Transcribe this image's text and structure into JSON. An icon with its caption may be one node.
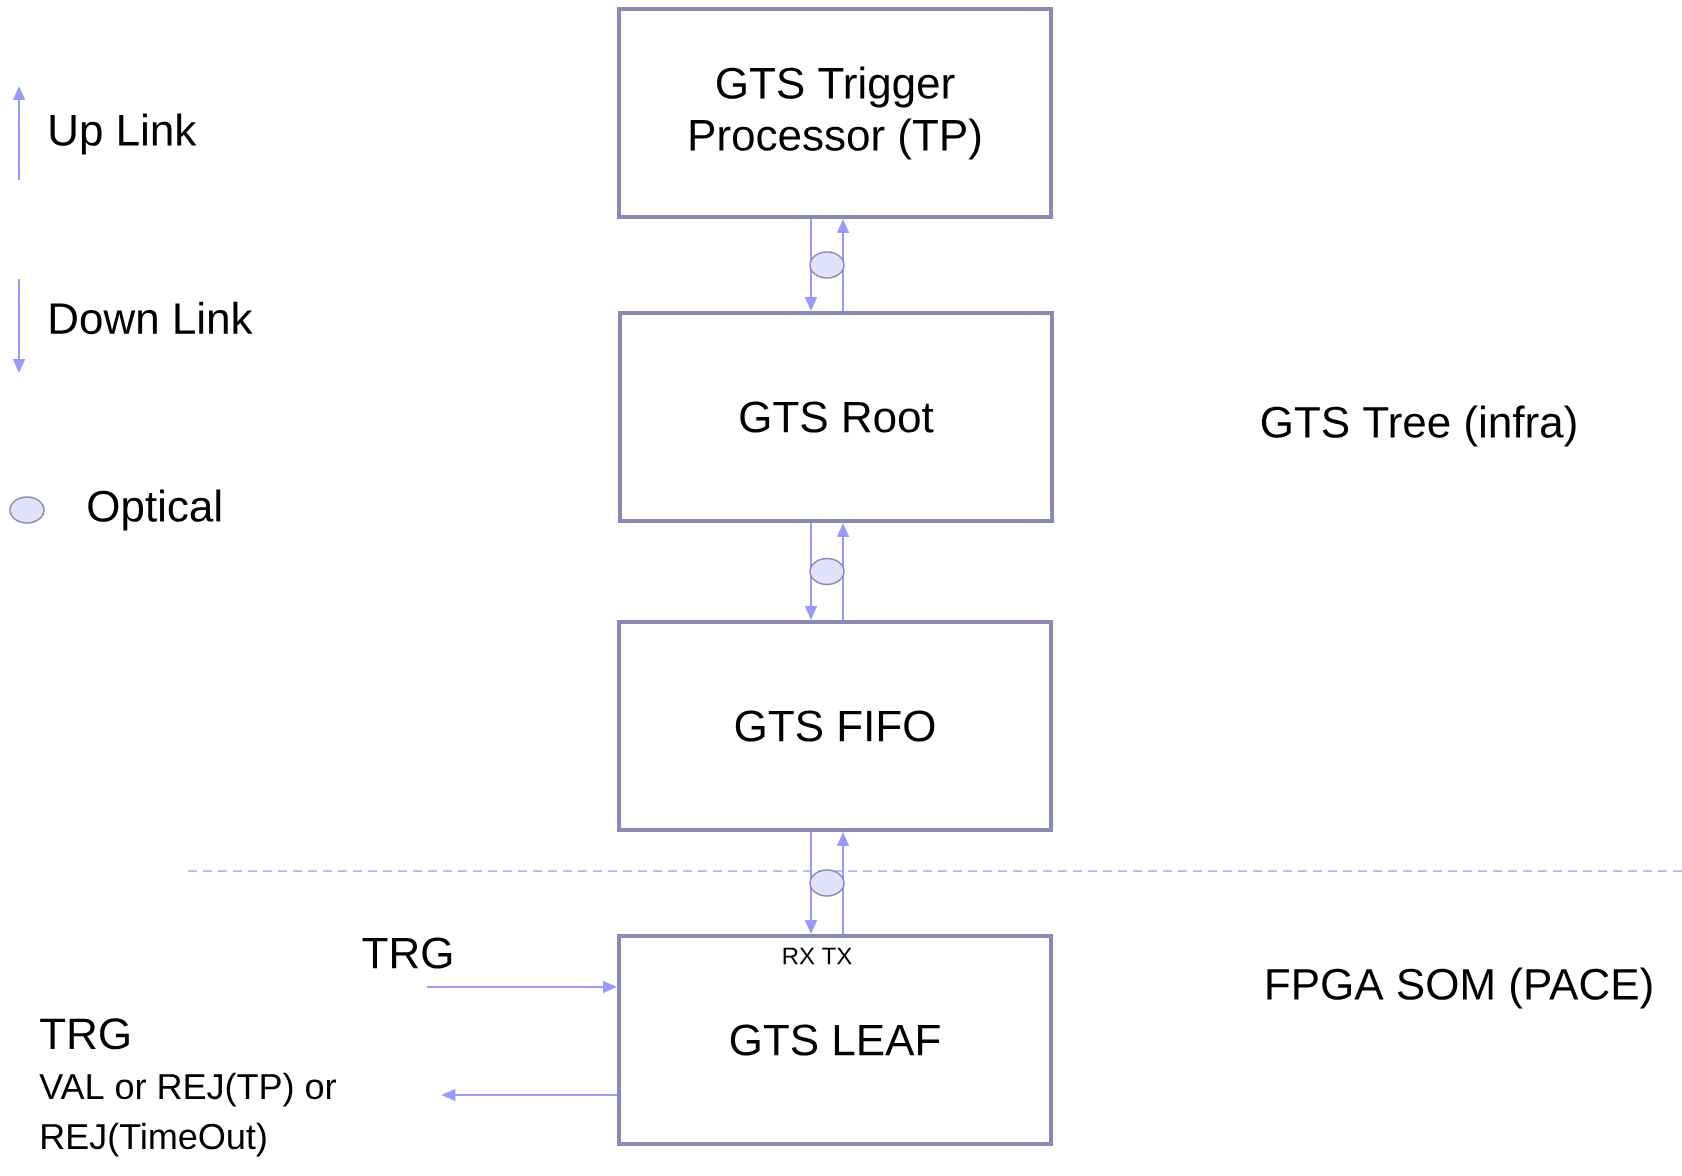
{
  "diagram": {
    "nodes": [
      {
        "text": [
          "GTS Trigger Processor (TP)"
        ]
      },
      {
        "text": [
          "GTS Root"
        ]
      },
      {
        "text": [
          "GTS FIFO"
        ]
      },
      {
        "text": [
          "RX TX",
          "GTS LEAF"
        ]
      },
      {
        "text": [
          "TRG",
          "VAL or REJ(TP) or REJ(TimeOut)"
        ]
      }
    ],
    "edges": [
      {
        "from": 0,
        "to": 1,
        "arrow": "to"
      },
      {
        "from": 1,
        "to": 0,
        "arrow": "to"
      },
      {
        "from": 1,
        "to": 2,
        "arrow": "to"
      },
      {
        "from": 2,
        "to": 1,
        "arrow": "to"
      },
      {
        "from": 2,
        "to": 3,
        "arrow": "to"
      },
      {
        "from": 3,
        "to": 2,
        "arrow": "to"
      },
      {
        "from": null,
        "to": 3,
        "arrow": "to",
        "label": "TRG"
      },
      {
        "from": 3,
        "to": 4,
        "arrow": "to"
      }
    ],
    "labels": [
      "GTS Tree (infra)",
      "FPGA SOM (PACE)"
    ],
    "legend": [
      {
        "text": "Up Link"
      },
      {
        "text": "Down Link"
      },
      {
        "text": "Optical"
      }
    ]
  }
}
